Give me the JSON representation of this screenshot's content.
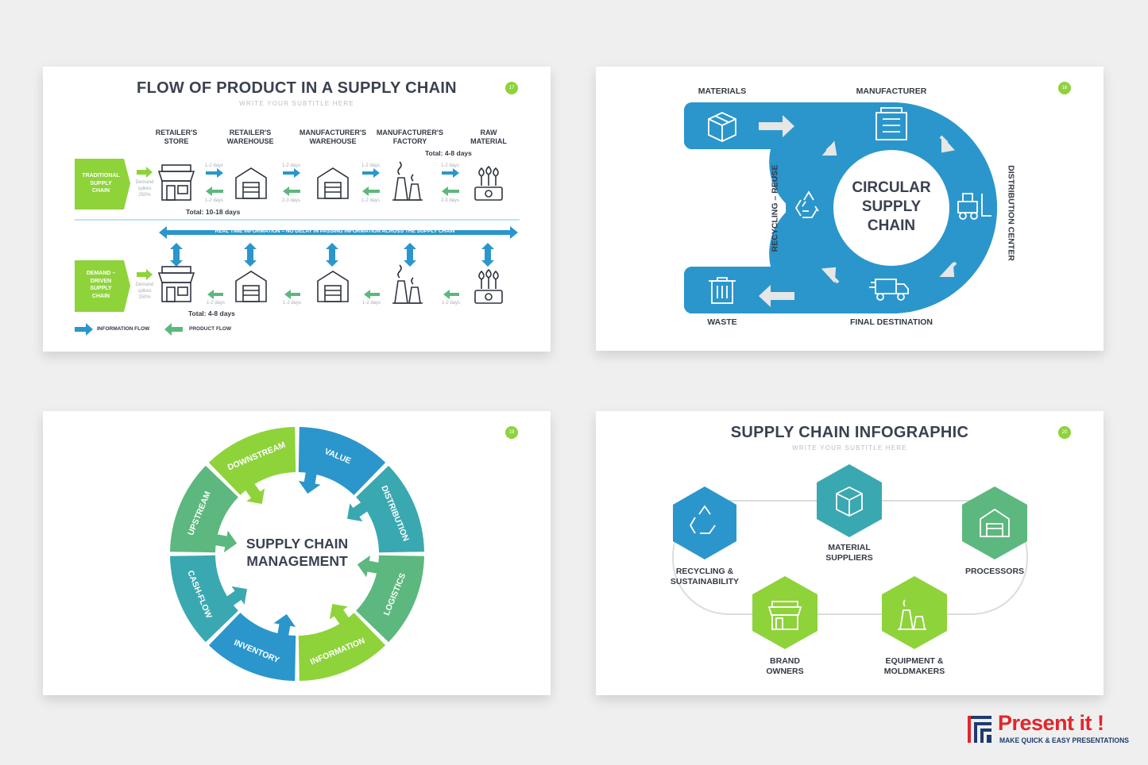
{
  "slide1": {
    "title": "FLOW OF PRODUCT IN A SUPPLY CHAIN",
    "subtitle": "WRITE YOUR SUBTITLE HERE",
    "page": "17",
    "columns": [
      "RETAILER'S\nSTORE",
      "RETAILER'S\nWAREHOUSE",
      "MANUFACTURER'S\nWAREHOUSE",
      "MANUFACTURER'S\nFACTORY",
      "RAW\nMATERIAL"
    ],
    "traditional_label": "TRADITIONAL\nSUPPLY\nCHAIN",
    "demand_label": "DEMAND –\nDRIVEN\nSUPPLY\nCHAIN",
    "demand_spikes": "Demand\nspikes\n250%",
    "time_1_2": "1-2 days",
    "time_2_3": "2-3 days",
    "total_top_right": "Total: 4-8 days",
    "total_traditional": "Total: 10-18 days",
    "total_demand": "Total: 4-8 days",
    "realtime": "REAL TIME INFORMATION – NO DELAY IN PASSING INFORMATION ACROSS THE SUPPLY CHAIN",
    "legend_info": "INFORMATION FLOW",
    "legend_product": "PRODUCT FLOW"
  },
  "slide2": {
    "page": "18",
    "center": "CIRCULAR\nSUPPLY\nCHAIN",
    "materials": "MATERIALS",
    "manufacturer": "MANUFACTURER",
    "distribution": "DISTRIBUTION CENTER",
    "final": "FINAL DESTINATION",
    "waste": "WASTE",
    "recycling": "RECYCLING – REUSE"
  },
  "slide3": {
    "page": "19",
    "center": "SUPPLY CHAIN\nMANAGEMENT",
    "segments": [
      "VALUE",
      "DISTRIBUTION",
      "LOGISTICS",
      "INFORMATION",
      "INVENTORY",
      "CASH-FLOW",
      "UPSTREAM",
      "DOWNSTREAM"
    ]
  },
  "slide4": {
    "title": "SUPPLY CHAIN INFOGRAPHIC",
    "subtitle": "WRITE YOUR SUBTITLE HERE",
    "page": "20",
    "recycling": "RECYCLING &\nSUSTAINABILITY",
    "material": "MATERIAL\nSUPPLIERS",
    "processors": "PROCESSORS",
    "brand": "BRAND\nOWNERS",
    "equipment": "EQUIPMENT &\nMOLDMAKERS"
  },
  "brand": {
    "name": "Present it !",
    "tagline": "MAKE QUICK & EASY PRESENTATIONS"
  },
  "colors": {
    "blue": "#2b96cc",
    "teal": "#3aa8b0",
    "green": "#8ed33a",
    "mid_green": "#5cb87e",
    "dark_text": "#333a45",
    "brand_red": "#e2262b",
    "brand_navy": "#1f3b6e"
  }
}
